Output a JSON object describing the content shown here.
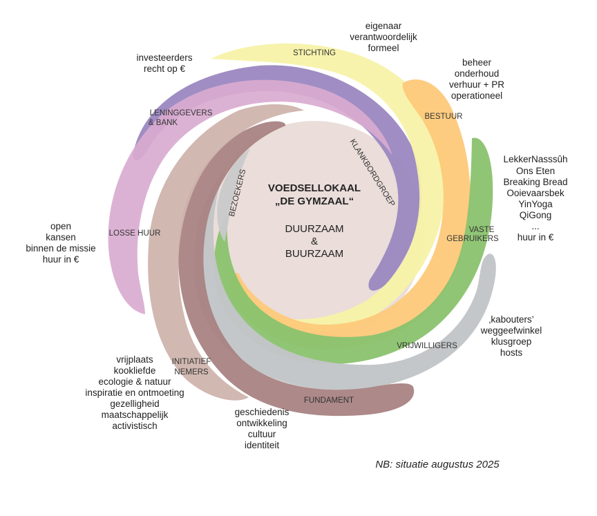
{
  "center": {
    "title_1": "VOEDSELLOKAAL",
    "title_2": "„DE GYMZAAL“",
    "line_1": "DUURZAAM",
    "line_2": "&",
    "line_3": "BUURZAAM"
  },
  "bands": {
    "stichting": {
      "label": "STICHTING",
      "color": "#f7f2a8",
      "notes": [
        "eigenaar",
        "verantwoordelijk",
        "formeel"
      ]
    },
    "bestuur": {
      "label": "BESTUUR",
      "color": "#fdc97a",
      "notes": [
        "beheer",
        "onderhoud",
        "verhuur + PR",
        "operationeel"
      ]
    },
    "vaste_gebruikers": {
      "label_1": "VASTE",
      "label_2": "GEBRUIKERS",
      "color": "#8ac26e",
      "notes": [
        "LekkerNasssûh",
        "Ons Eten",
        "Breaking Bread",
        "Ooievaarsbek",
        "YinYoga",
        "QiGong",
        "...",
        "huur in €"
      ]
    },
    "vrijwilligers": {
      "label": "VRIJWILLIGERS",
      "color": "#c2c5c7",
      "notes": [
        "‚kabouters’",
        "weggeefwinkel",
        "klusgroep",
        "hosts"
      ]
    },
    "fundament": {
      "label": "FUNDAMENT",
      "color": "#a98383",
      "notes": [
        "geschiedenis",
        "ontwikkeling",
        "cultuur",
        "identiteit"
      ]
    },
    "initiatiefnemers": {
      "label_1": "INITIATIEF",
      "label_2": "NEMERS",
      "color": "#cfb4ad",
      "notes": [
        "vrijplaats",
        "kookliefde",
        "ecologie & natuur",
        "inspiratie en ontmoeting",
        "gezelligheid",
        "maatschappelijk",
        "activistisch"
      ]
    },
    "losse_huur": {
      "label": "LOSSE HUUR",
      "color": "#d9abd0",
      "notes": [
        "open",
        "kansen",
        "binnen de missie",
        "huur in €"
      ]
    },
    "leninggevers": {
      "label_1": "LENINGGEVERS",
      "label_2": "& BANK",
      "color": "#9b87c0",
      "notes": [
        "investeerders",
        "recht op €"
      ]
    },
    "klankbordgroep": {
      "label": "KLANKBORDGROEP"
    },
    "bezoekers": {
      "label": "BEZOEKERS",
      "color": "#c9c9cb"
    }
  },
  "footnote": "NB: situatie augustus 2025",
  "colors": {
    "center_fill": "#eaddda"
  }
}
